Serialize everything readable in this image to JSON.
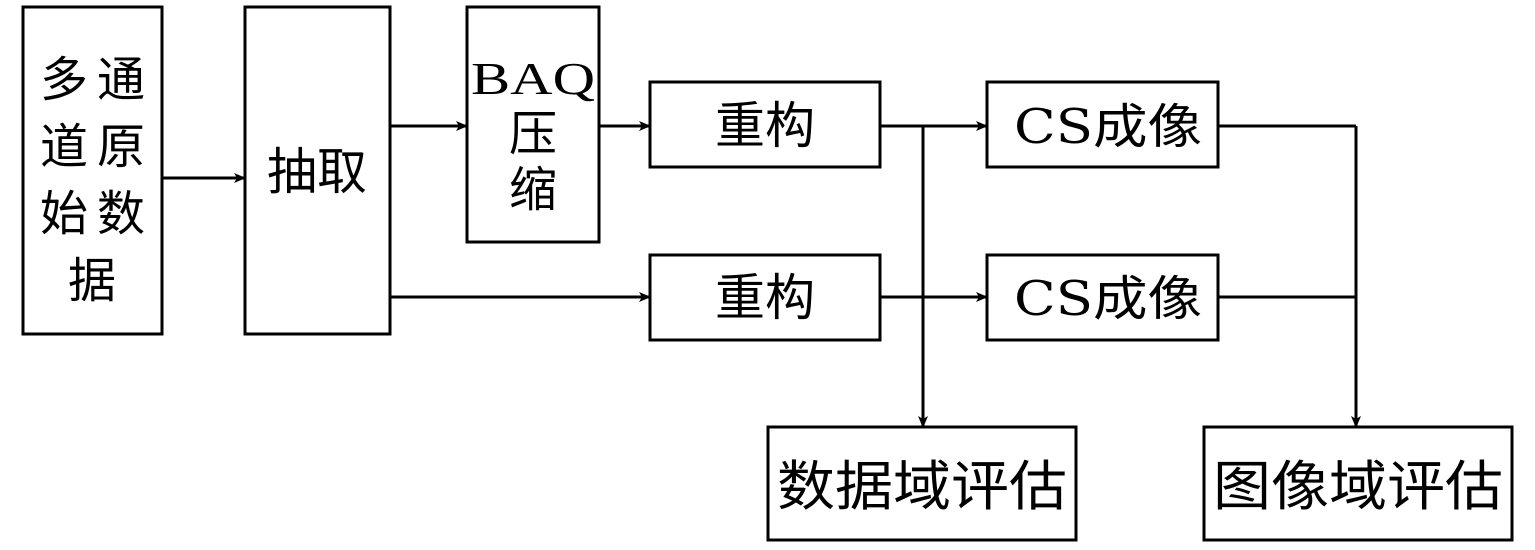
{
  "diagram": {
    "nodes": {
      "raw_data": [
        "多",
        "通",
        "道",
        "原",
        "始",
        "数",
        "据"
      ],
      "extract": "抽取",
      "baq": [
        "BAQ",
        "压",
        "缩"
      ],
      "reconstruct_top": "重构",
      "reconstruct_bottom": "重构",
      "cs_imaging_top": "CS成像",
      "cs_imaging_bottom": "CS成像",
      "data_domain_eval": "数据域评估",
      "image_domain_eval": "图像域评估"
    },
    "colors": {
      "stroke": "#000000",
      "fill": "#ffffff",
      "text": "#000000"
    }
  }
}
